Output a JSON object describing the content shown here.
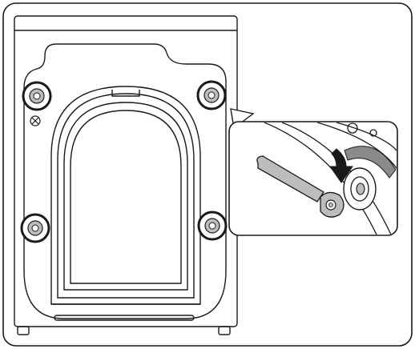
{
  "figure": {
    "subject": "washing-machine-rear-panel",
    "callout_subject": "wrench-loosening-transit-bolt",
    "highlighted_bolt_count": 4
  },
  "colors": {
    "outline": "#1a1a1a",
    "background": "#ffffff",
    "detail_fill": "#bdbdbd",
    "arrow_fill": "#1a1a1a",
    "rotation_fill": "#8a8a8a"
  },
  "icons": {
    "bolt": "transit-bolt-icon",
    "cap": "screw-cap-icon",
    "wrench": "wrench-icon",
    "turn": "rotation-arrow-icon"
  }
}
